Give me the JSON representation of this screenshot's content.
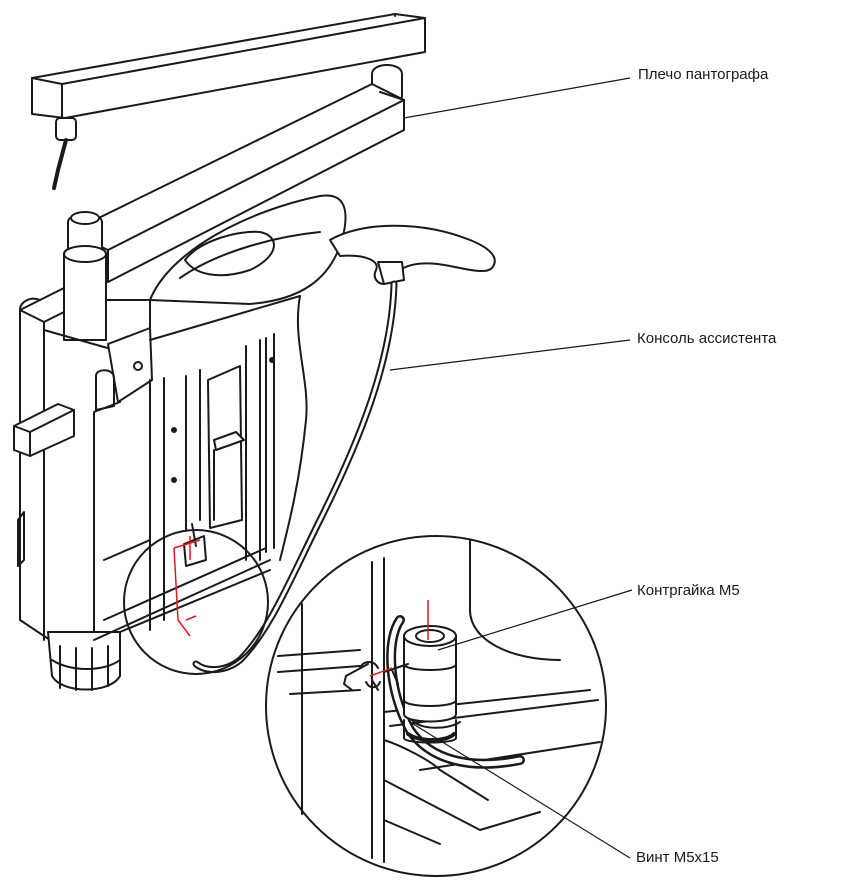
{
  "callouts": {
    "pantograph_arm": "Плечо пантографа",
    "assistant_console": "Консоль ассистента",
    "lock_nut": "Контргайка М5",
    "screw": "Винт М5x15"
  },
  "colors": {
    "line": "#1a1a1a",
    "highlight": "#e0191b",
    "background": "#ffffff"
  }
}
